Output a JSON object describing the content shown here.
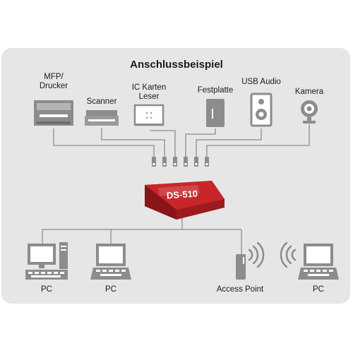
{
  "title": "Anschlussbeispiel",
  "hub": {
    "label": "DS-510",
    "color": "#c8262b"
  },
  "devices": {
    "mfp": {
      "line1": "MFP/",
      "line2": "Drucker",
      "icon": "printer-icon"
    },
    "scanner": {
      "label": "Scanner",
      "icon": "scanner-icon"
    },
    "card_reader": {
      "line1": "IC Karten",
      "line2": "Leser",
      "icon": "card-reader-icon"
    },
    "hdd": {
      "label": "Festplatte",
      "icon": "hard-drive-icon"
    },
    "audio": {
      "label": "USB Audio",
      "icon": "speaker-icon"
    },
    "camera": {
      "label": "Kamera",
      "icon": "webcam-icon"
    }
  },
  "network": {
    "pc1": {
      "label": "PC",
      "icon": "desktop-pc-icon"
    },
    "pc2": {
      "label": "PC",
      "icon": "laptop-icon"
    },
    "ap": {
      "label": "Access Point",
      "icon": "access-point-icon"
    },
    "pc3": {
      "label": "PC",
      "icon": "wireless-laptop-icon"
    }
  },
  "colors": {
    "panel": "#e6e6e6",
    "line": "#8c8c8c",
    "icon": "#8c8c8c"
  }
}
